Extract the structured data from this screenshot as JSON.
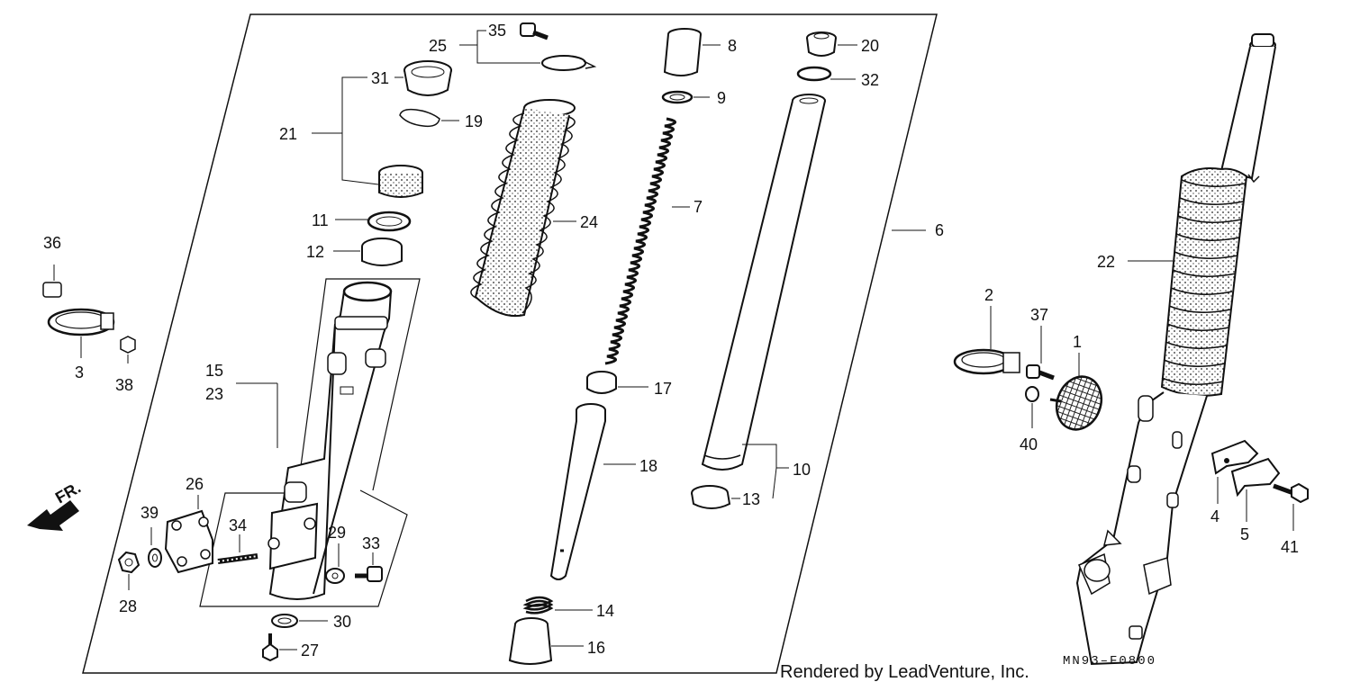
{
  "parts": {
    "p1": "1",
    "p2": "2",
    "p3": "3",
    "p4": "4",
    "p5": "5",
    "p6": "6",
    "p7": "7",
    "p8": "8",
    "p9": "9",
    "p10": "10",
    "p11": "11",
    "p12": "12",
    "p13": "13",
    "p14": "14",
    "p15": "15",
    "p16": "16",
    "p17": "17",
    "p18": "18",
    "p19": "19",
    "p20": "20",
    "p21": "21",
    "p22": "22",
    "p23": "23",
    "p24": "24",
    "p25": "25",
    "p26": "26",
    "p27": "27",
    "p28": "28",
    "p29": "29",
    "p30": "30",
    "p31": "31",
    "p32": "32",
    "p33": "33",
    "p34": "34",
    "p35": "35",
    "p36": "36",
    "p37": "37",
    "p38": "38",
    "p39": "39",
    "p40": "40",
    "p41": "41"
  },
  "direction_label": "FR.",
  "footer": {
    "credit": "Rendered by LeadVenture, Inc.",
    "code": "MN93–F0800"
  }
}
